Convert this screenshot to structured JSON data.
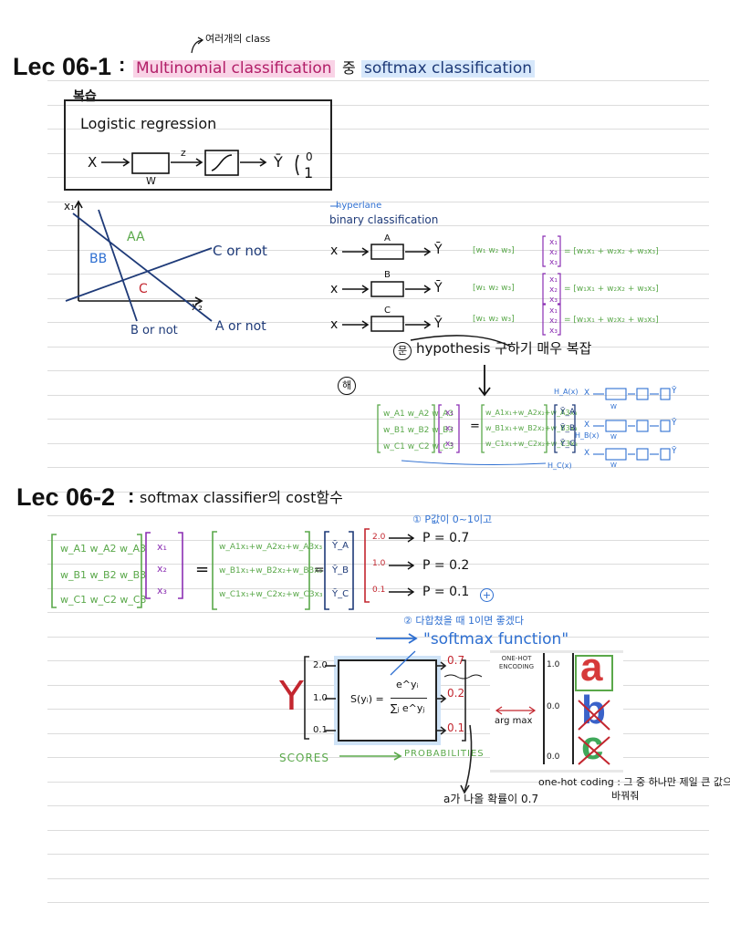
{
  "lec1": {
    "label": "Lec 06-1",
    "colon": ":",
    "title_part1": "Multinomial classification",
    "title_mid": "중",
    "title_part2": "softmax classification",
    "annotation": "여러개의 class"
  },
  "review": {
    "tag": "복습",
    "heading": "Logistic regression",
    "x": "X",
    "z": "z",
    "w": "W",
    "yhat": "Ȳ",
    "zero": "0",
    "one": "1"
  },
  "graph": {
    "axis_y": "x₁",
    "axis_x": "x₂",
    "label_aa": "AA",
    "label_bb": "BB",
    "label_c": "C",
    "line_c": "C or not",
    "line_b": "B or not",
    "line_a": "A or not"
  },
  "binary": {
    "hyperlane": "hyperlane",
    "title": "binary classification",
    "rows": [
      {
        "x": "x",
        "node": "A",
        "out": "Ȳ",
        "weights": "[w₁  w₂  w₃]",
        "vec": [
          "x₁",
          "x₂",
          "x₃"
        ],
        "result": "= [w₁x₁ + w₂x₂ + w₃x₃]"
      },
      {
        "x": "x",
        "node": "B",
        "out": "Ȳ",
        "weights": "[w₁  w₂  w₃]",
        "vec": [
          "x₁",
          "x₂",
          "x₃"
        ],
        "result": "= [w₁x₁ + w₂x₂ + w₃x₃]"
      },
      {
        "x": "x",
        "node": "C",
        "out": "Ȳ",
        "weights": "[w₁  w₂  w₃]",
        "vec": [
          "x₁",
          "x₂",
          "x₃"
        ],
        "result": "= [w₁x₁ + w₂x₂ + w₃x₃]"
      }
    ],
    "question_mark": "문",
    "question": "hypothesis 구하기 매우 복잡",
    "answer_mark": "해"
  },
  "matrix1": {
    "W": [
      "w_A1  w_A2  w_A3",
      "w_B1  w_B2  w_B3",
      "w_C1  w_C2  w_C3"
    ],
    "X": [
      "x₁",
      "x₂",
      "x₃"
    ],
    "eq": "=",
    "R": [
      "w_A1x₁+w_A2x₂+w_A3x₃",
      "w_B1x₁+w_B2x₂+w_B3x₃",
      "w_C1x₁+w_C2x₂+w_C3x₃"
    ],
    "Y": [
      "Ȳ_A",
      "Ȳ_B",
      "Ȳ_C"
    ],
    "ha": "H_A(x)",
    "hb": "H_B(x)",
    "hc": "H_C(x)",
    "mini_x": "X",
    "mini_w": "W",
    "mini_y": "Ȳ"
  },
  "lec2": {
    "label": "Lec 06-2",
    "colon": ":",
    "title": "softmax classifier의 cost함수"
  },
  "matrix2": {
    "W": [
      "w_A1  w_A2  w_A3",
      "w_B1  w_B2  w_B3",
      "w_C1  w_C2  w_C3"
    ],
    "X": [
      "x₁",
      "x₂",
      "x₃"
    ],
    "eq": "=",
    "R": [
      "w_A1x₁+w_A2x₂+w_A3x₃",
      "w_B1x₁+w_B2x₂+w_B3x₃",
      "w_C1x₁+w_C2x₂+w_C3x₃"
    ],
    "Y": [
      "Ȳ_A",
      "Ȳ_B",
      "Ȳ_C"
    ],
    "scores": [
      "2.0",
      "1.0",
      "0.1"
    ],
    "probs": [
      "P = 0.7",
      "P = 0.2",
      "P = 0.1"
    ],
    "note1": "① P값이 0~1이고",
    "note2": "② 다합쳤을 때 1이면 좋겠다",
    "plus": "+"
  },
  "softmax": {
    "title": "\"softmax function\"",
    "y": "Y",
    "scores": [
      "2.0",
      "1.0",
      "0.1"
    ],
    "formula_left": "S(yᵢ) =",
    "numer": "e^yᵢ",
    "denom": "∑ⱼ e^yⱼ",
    "probs": [
      "0.7",
      "0.2",
      "0.1"
    ],
    "scores_label": "SCORES",
    "probs_label": "PROBABILITIES",
    "onehot_tag": "ONE-HOT ENCODING",
    "argmax": "arg max",
    "onehot_vals": [
      "1.0",
      "0.0",
      "0.0"
    ],
    "letters": [
      "a",
      "b",
      "c"
    ],
    "note_a": "a가 나올 확률이 0.7",
    "onehot_note1": "one-hot coding : 그 중 하나만 제일 큰 값으로",
    "onehot_note2": "바꿔줘"
  }
}
